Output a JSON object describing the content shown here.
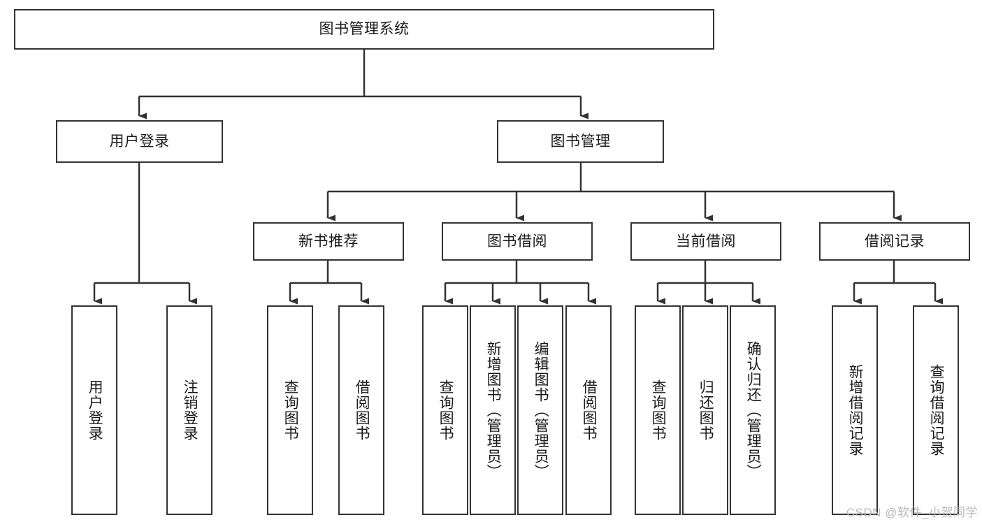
{
  "diagram": {
    "title_node": {
      "label": "图书管理系统"
    },
    "level2": [
      {
        "label": "用户登录"
      },
      {
        "label": "图书管理"
      }
    ],
    "level3": [
      {
        "label": "新书推荐"
      },
      {
        "label": "图书借阅"
      },
      {
        "label": "当前借阅"
      },
      {
        "label": "借阅记录"
      }
    ],
    "leaves": [
      {
        "label": "用户登录"
      },
      {
        "label": "注销登录"
      },
      {
        "label": "查询图书"
      },
      {
        "label": "借阅图书"
      },
      {
        "label": "查询图书"
      },
      {
        "label": "新增图书（管理员）"
      },
      {
        "label": "编辑图书（管理员）"
      },
      {
        "label": "借阅图书"
      },
      {
        "label": "查询图书"
      },
      {
        "label": "归还图书"
      },
      {
        "label": "确认归还（管理员）"
      },
      {
        "label": "新增借阅记录"
      },
      {
        "label": "查询借阅记录"
      }
    ],
    "watermark": "CSDN @软件_小贺同学",
    "colors": {
      "stroke": "#333333",
      "fill": "#ffffff",
      "text": "#1a1a1a",
      "watermark": "#b9b9b9"
    }
  }
}
